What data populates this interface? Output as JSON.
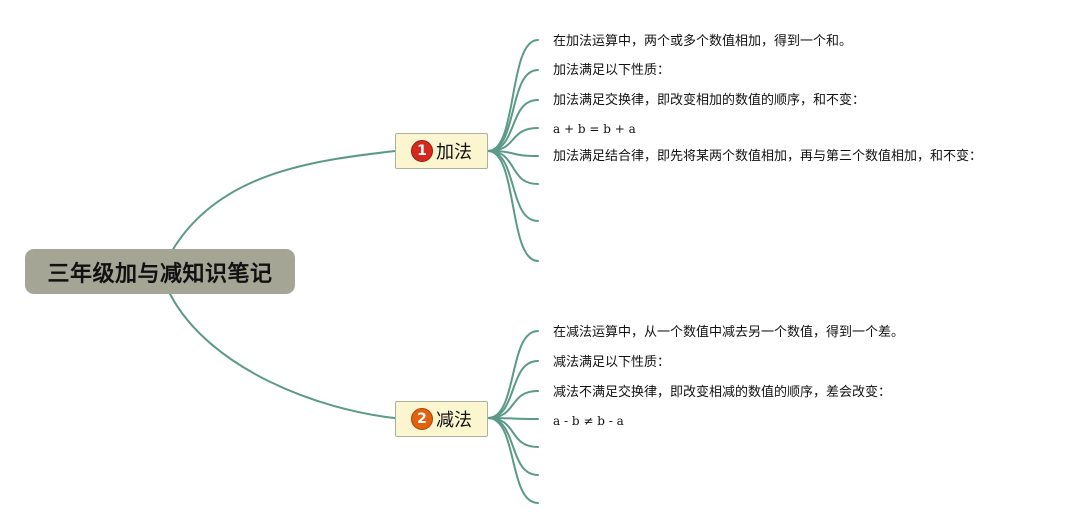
{
  "mindmap": {
    "root": "三年级加与减知识笔记",
    "line_color": "#5a9a86",
    "branches": [
      {
        "number": "1",
        "badge_color": "#d42a1e",
        "label": "加法",
        "leaves": [
          "在加法运算中，两个或多个数值相加，得到一个和。",
          "加法满足以下性质：",
          "加法满足交换律，即改变相加的数值的顺序，和不变：",
          "a + b = b + a",
          "加法满足结合律，即先将某两个数值相加，再与第三个数值相加，和不变："
        ]
      },
      {
        "number": "2",
        "badge_color": "#e2620e",
        "label": "减法",
        "leaves": [
          "在减法运算中，从一个数值中减去另一个数值，得到一个差。",
          "减法满足以下性质：",
          "减法不满足交换律，即改变相减的数值的顺序，差会改变：",
          "a - b ≠ b - a"
        ]
      }
    ]
  }
}
